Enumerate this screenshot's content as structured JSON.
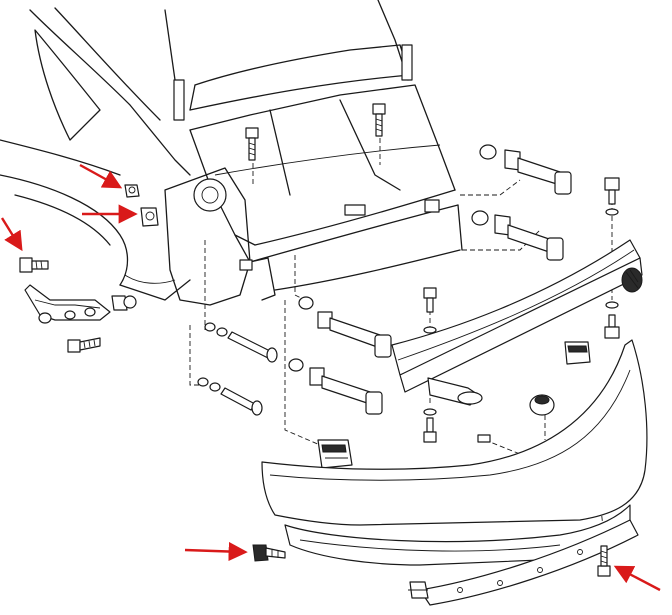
{
  "diagram": {
    "colors": {
      "line": "#1a1a1a",
      "arrow": "#d91a1a",
      "background": "#ffffff"
    },
    "callout_arrows": [
      {
        "id": "arrow-upper-nut",
        "points_to": "upper-side-nut"
      },
      {
        "id": "arrow-side-nut",
        "points_to": "side-flange-nut"
      },
      {
        "id": "arrow-fender-screw",
        "points_to": "fender-screw"
      },
      {
        "id": "arrow-bottom-left-screw",
        "points_to": "bottom-left-screw"
      },
      {
        "id": "arrow-bottom-right-screw",
        "points_to": "bottom-right-screw"
      }
    ]
  }
}
